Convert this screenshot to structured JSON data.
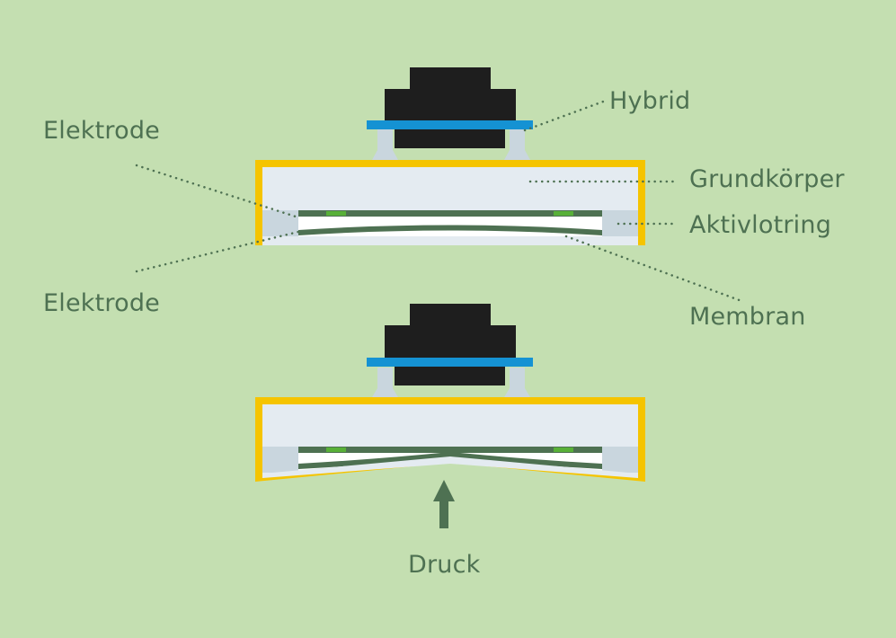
{
  "labels": {
    "hybrid": "Hybrid",
    "grundkoerper": "Grundkörper",
    "aktivlotring": "Aktivlotring",
    "membran": "Membran",
    "elektrode_top": "Elektrode",
    "elektrode_bottom": "Elektrode",
    "druck": "Druck"
  },
  "colors": {
    "background": "#c4dfb1",
    "text": "#4e7152",
    "chip": "#1e1e1e",
    "hybrid_board": "#1592d3",
    "housing": "#f5c400",
    "body": "#e4ebf1",
    "solder_ring": "#c9d6de",
    "electrode": "#4e7152",
    "electrode_contact": "#58b038",
    "arrow": "#4e7152"
  },
  "icons": {
    "pressure_arrow": "arrow-up-icon"
  }
}
